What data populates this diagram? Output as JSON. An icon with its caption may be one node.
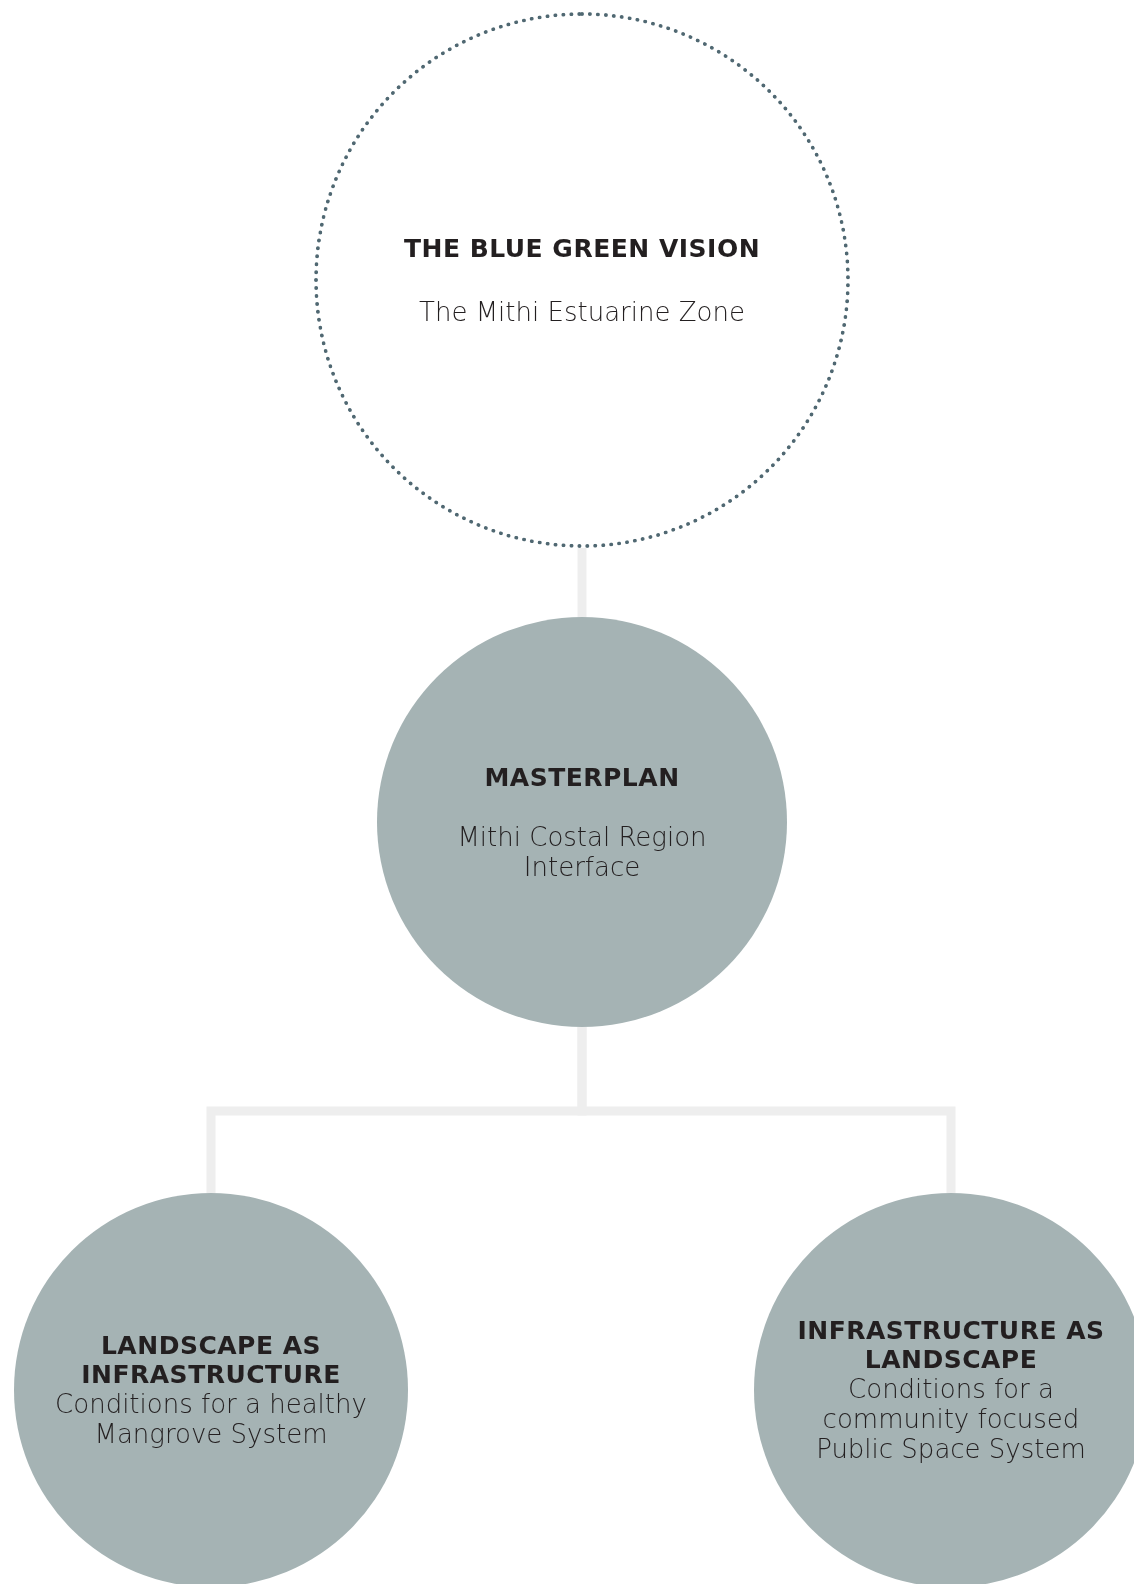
{
  "diagram": {
    "nodes": [
      {
        "text": [
          "THE BLUE GREEN VISION",
          "The Mithi Estuarine Zone"
        ]
      },
      {
        "text": [
          "MASTERPLAN",
          "Mithi Costal Region Interface"
        ]
      },
      {
        "text": [
          "LANDSCAPE AS INFRASTRUCTURE",
          "Conditions for a healthy Mangrove System"
        ]
      },
      {
        "text": [
          "INFRASTRUCTURE AS LANDSCAPE",
          "Conditions for a community focused Public Space System"
        ]
      }
    ],
    "edges": [
      {
        "from": 0,
        "to": 1,
        "arrow": "none"
      },
      {
        "from": 1,
        "to": 2,
        "arrow": "none"
      },
      {
        "from": 1,
        "to": 3,
        "arrow": "none"
      }
    ]
  }
}
